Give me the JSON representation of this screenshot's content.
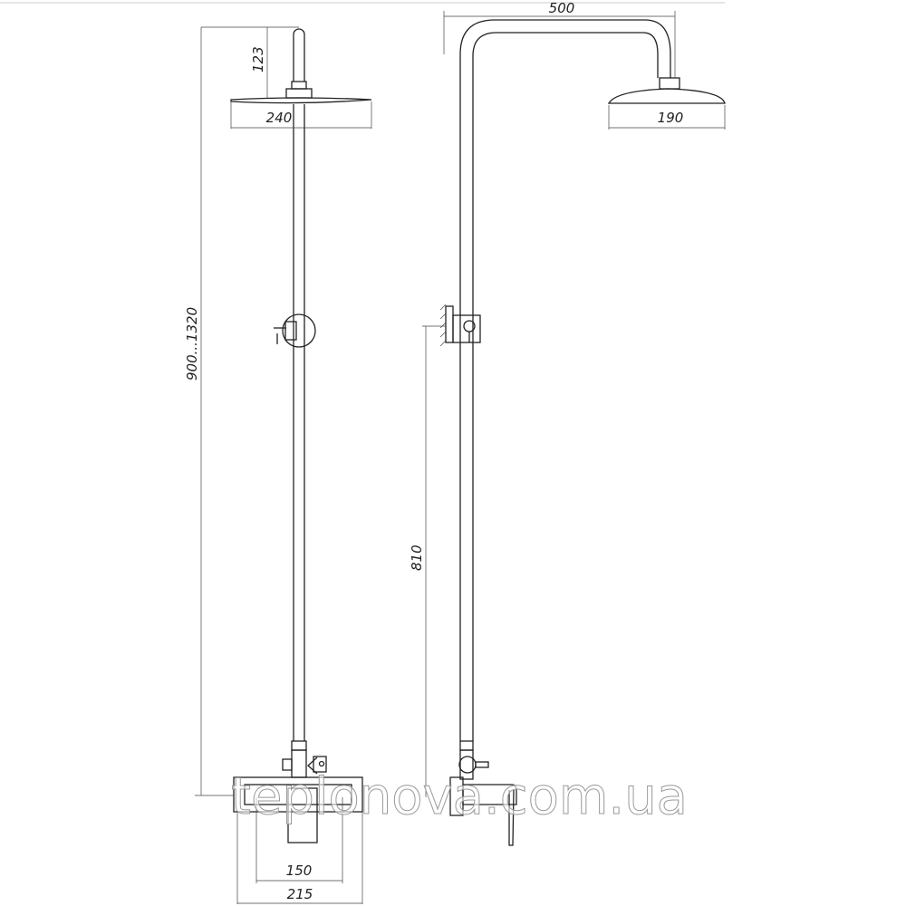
{
  "dimensions": {
    "front_head_height": "123",
    "front_head_diameter": "240",
    "total_height": "900...1320",
    "arm_reach": "500",
    "side_head_diameter": "190",
    "holder_height": "810",
    "inlet_spacing": "150",
    "mixer_width": "215"
  },
  "watermark": "teplonova.com.ua"
}
